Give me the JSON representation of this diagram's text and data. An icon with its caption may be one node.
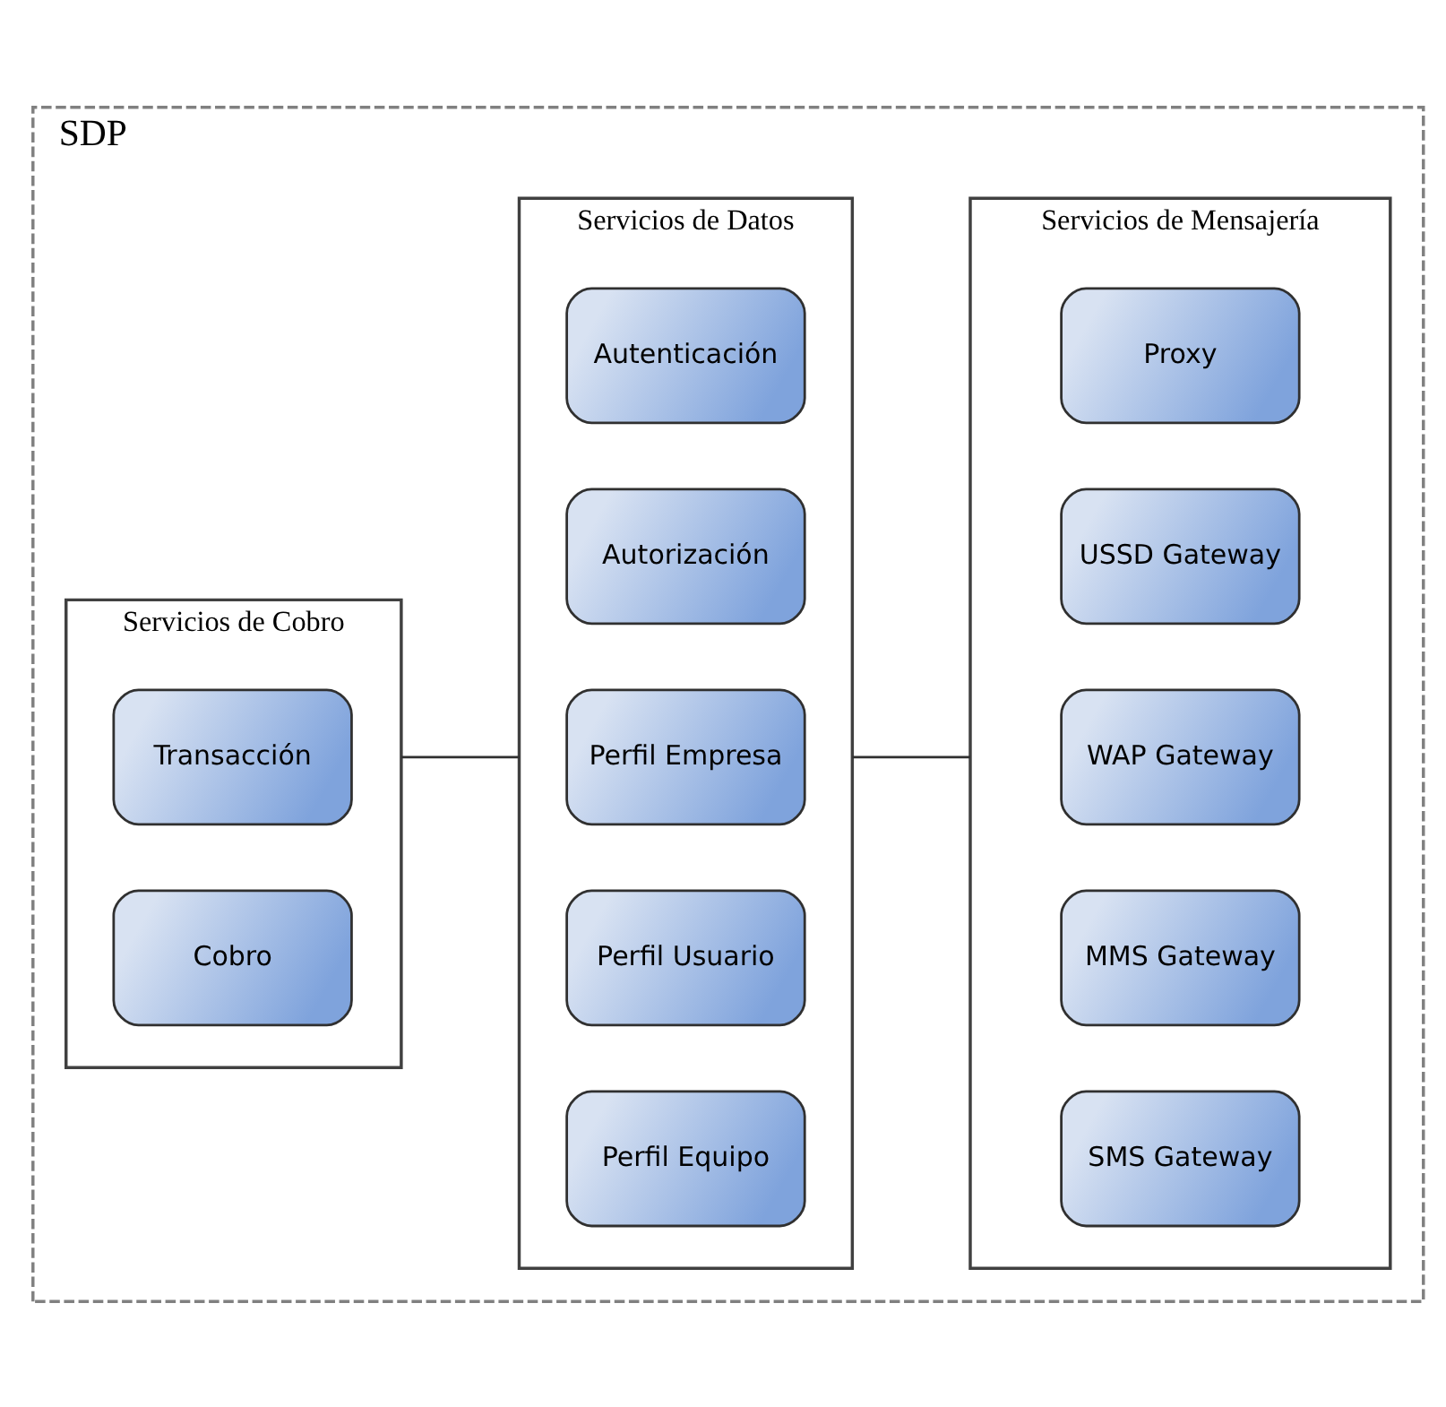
{
  "diagram": {
    "nodes": [
      {
        "text": [
          "SDP"
        ]
      },
      {
        "text": [
          "Servicios de Cobro"
        ],
        "in": 0
      },
      {
        "text": [
          "Cobro"
        ],
        "in": 1
      },
      {
        "text": [
          "Transacción"
        ],
        "in": 1
      },
      {
        "text": [
          "Servicios de Datos"
        ],
        "in": 0
      },
      {
        "text": [
          "Perfil Equipo"
        ],
        "in": 4
      },
      {
        "text": [
          "Perfil Usuario"
        ],
        "in": 4
      },
      {
        "text": [
          "Perfil Empresa"
        ],
        "in": 4
      },
      {
        "text": [
          "Autorización"
        ],
        "in": 4
      },
      {
        "text": [
          "Autenticación"
        ],
        "in": 4
      },
      {
        "text": [
          "Servicios de Mensajería"
        ],
        "in": 0
      },
      {
        "text": [
          "SMS Gateway"
        ],
        "in": 10
      },
      {
        "text": [
          "MMS Gateway"
        ],
        "in": 10
      },
      {
        "text": [
          "WAP Gateway"
        ],
        "in": 10
      },
      {
        "text": [
          "USSD Gateway"
        ],
        "in": 10
      },
      {
        "text": [
          "Proxy"
        ],
        "in": 10
      }
    ],
    "edges": [
      {
        "from": 1,
        "to": 4,
        "arrow": "none"
      },
      {
        "from": 4,
        "to": 10,
        "arrow": "none"
      }
    ]
  }
}
